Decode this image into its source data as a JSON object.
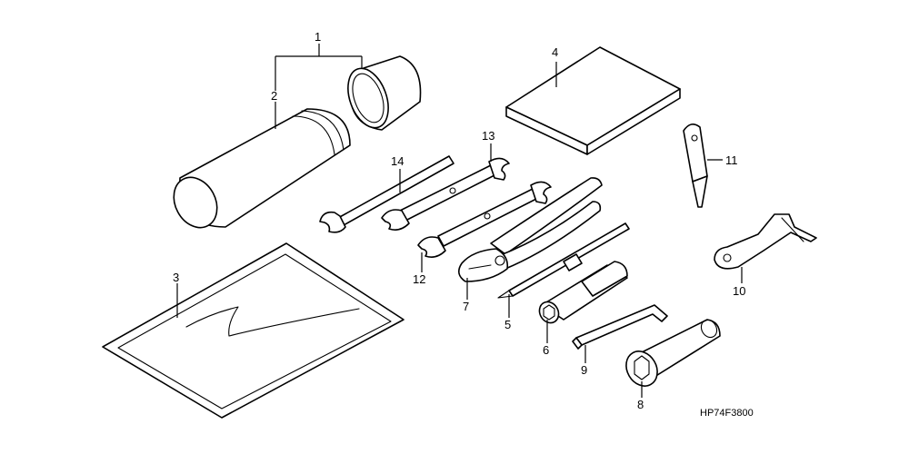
{
  "callouts": {
    "c1": "1",
    "c2": "2",
    "c3": "3",
    "c4": "4",
    "c5": "5",
    "c6": "6",
    "c7": "7",
    "c8": "8",
    "c9": "9",
    "c10": "10",
    "c11": "11",
    "c12": "12",
    "c13": "13",
    "c14": "14"
  },
  "diagram_code": "HP74F3800"
}
